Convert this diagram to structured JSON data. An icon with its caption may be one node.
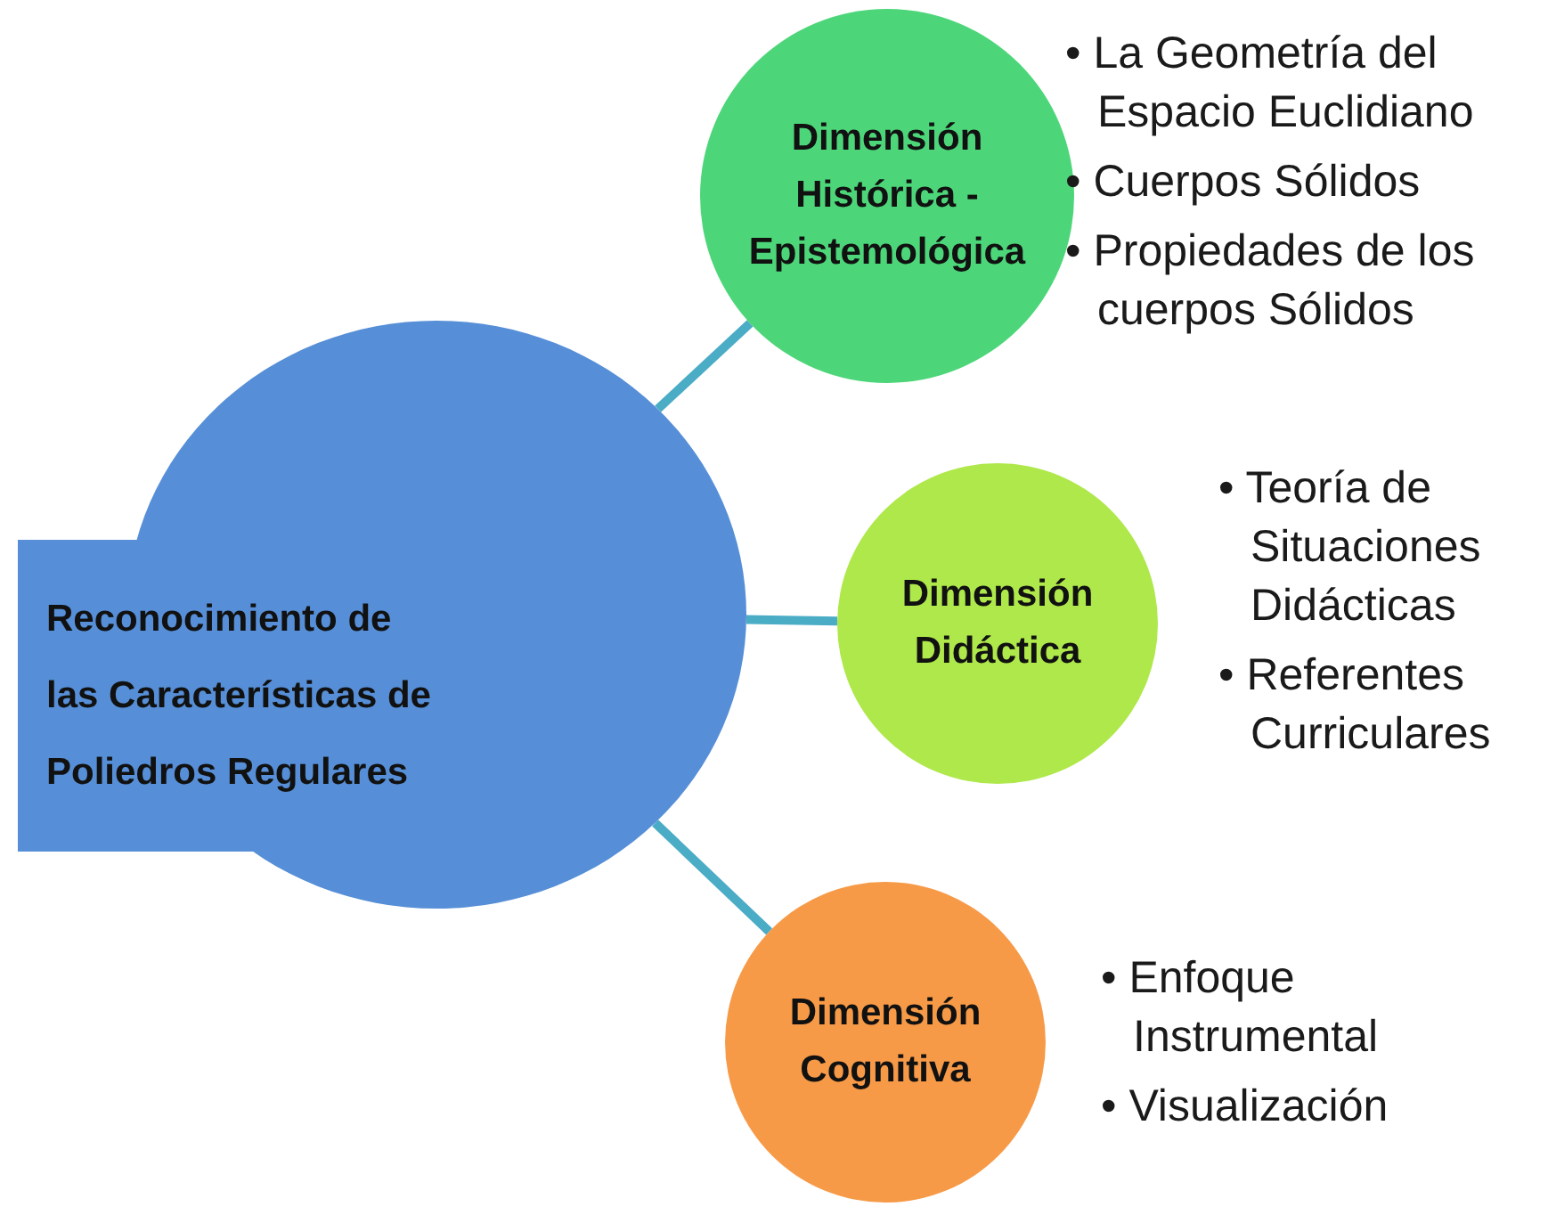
{
  "diagram": {
    "nodes": [
      {
        "text": [
          "Reconocimiento de las Características de Poliedros Regulares"
        ]
      },
      {
        "text": [
          "Dimensión Histórica - Epistemológica"
        ],
        "beside": [
          "• La Geometría del Espacio Euclidiano",
          "• Cuerpos Sólidos",
          "• Propiedades de los cuerpos Sólidos"
        ]
      },
      {
        "text": [
          "Dimensión Didáctica"
        ],
        "beside": [
          "• Teoría de Situaciones Didácticas",
          "• Referentes Curriculares"
        ]
      },
      {
        "text": [
          "Dimensión Cognitiva"
        ],
        "beside": [
          "• Enfoque Instrumental",
          "• Visualización"
        ]
      }
    ],
    "edges": [
      {
        "from": 0,
        "to": 1,
        "arrow": "none"
      },
      {
        "from": 0,
        "to": 2,
        "arrow": "none"
      },
      {
        "from": 0,
        "to": 3,
        "arrow": "none"
      }
    ]
  }
}
